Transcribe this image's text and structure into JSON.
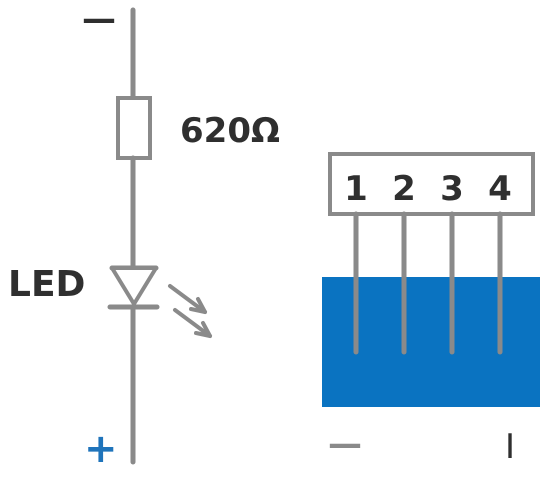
{
  "labels": {
    "top_minus": "—",
    "resistor_value": "620Ω",
    "led_label": "LED",
    "bottom_plus": "+",
    "bottom_left_minus": "—",
    "bottom_right_mark": "I"
  },
  "connector_pins": [
    "1",
    "2",
    "3",
    "4"
  ],
  "colors": {
    "wire": "#8a8a8a",
    "text": "#2f2f2f",
    "accent_blue": "#1f74bb",
    "block_blue": "#0a73c1"
  }
}
